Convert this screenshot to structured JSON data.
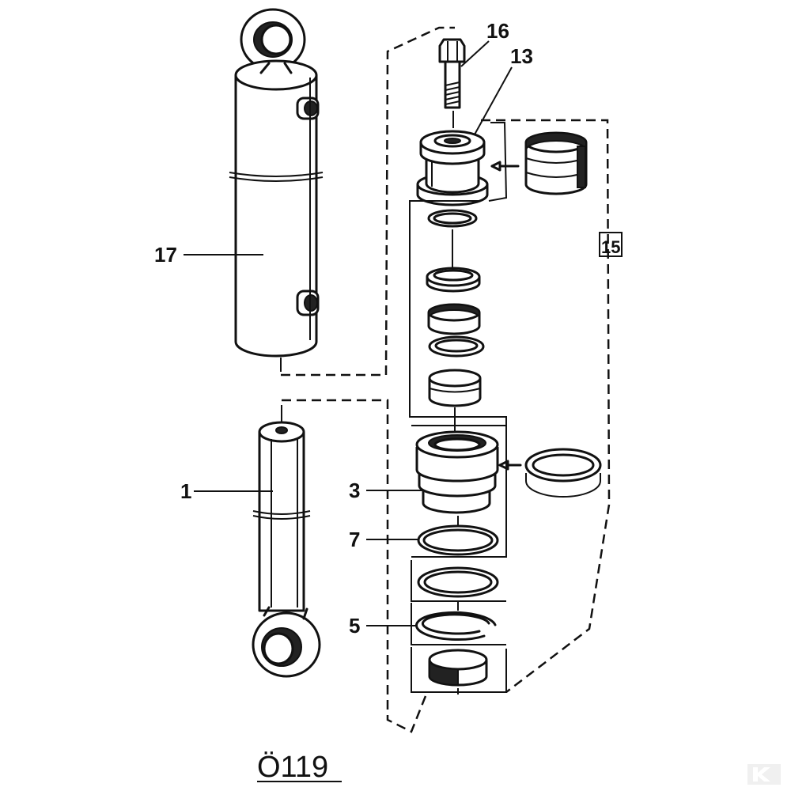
{
  "labels": {
    "p16": "16",
    "p13": "13",
    "p15": "15",
    "p17": "17",
    "p1": "1",
    "p3": "3",
    "p7": "7",
    "p5": "5"
  },
  "figure_code": "Ö119"
}
